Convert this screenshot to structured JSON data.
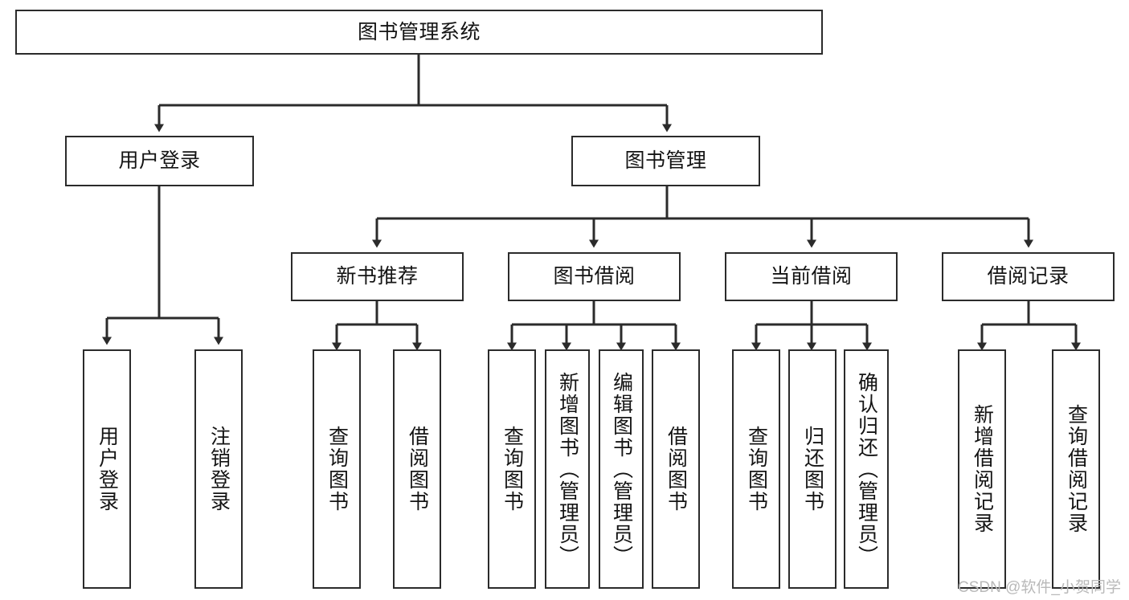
{
  "diagram": {
    "title": "图书管理系统",
    "type": "hierarchy-tree",
    "watermark": "CSDN @软件_小贺同学",
    "colors": {
      "box_border": "#2b2b2b",
      "box_fill": "#ffffff",
      "connector": "#2b2b2b",
      "text": "#141414",
      "watermark": "#b9b9b9"
    },
    "root": {
      "label": "图书管理系统"
    },
    "level2": [
      {
        "label": "用户登录"
      },
      {
        "label": "图书管理"
      }
    ],
    "level3": [
      {
        "label": "新书推荐"
      },
      {
        "label": "图书借阅"
      },
      {
        "label": "当前借阅"
      },
      {
        "label": "借阅记录"
      }
    ],
    "leaves": {
      "user_login": [
        {
          "label": "用户登录"
        },
        {
          "label": "注销登录"
        }
      ],
      "new_book_recommend": [
        {
          "label": "查询图书"
        },
        {
          "label": "借阅图书"
        }
      ],
      "book_borrow": [
        {
          "label": "查询图书"
        },
        {
          "label": "新增图书（管理员）"
        },
        {
          "label": "编辑图书（管理员）"
        },
        {
          "label": "借阅图书"
        }
      ],
      "current_borrow": [
        {
          "label": "查询图书"
        },
        {
          "label": "归还图书"
        },
        {
          "label": "确认归还（管理员）"
        }
      ],
      "borrow_record": [
        {
          "label": "新增借阅记录"
        },
        {
          "label": "查询借阅记录"
        }
      ]
    }
  }
}
